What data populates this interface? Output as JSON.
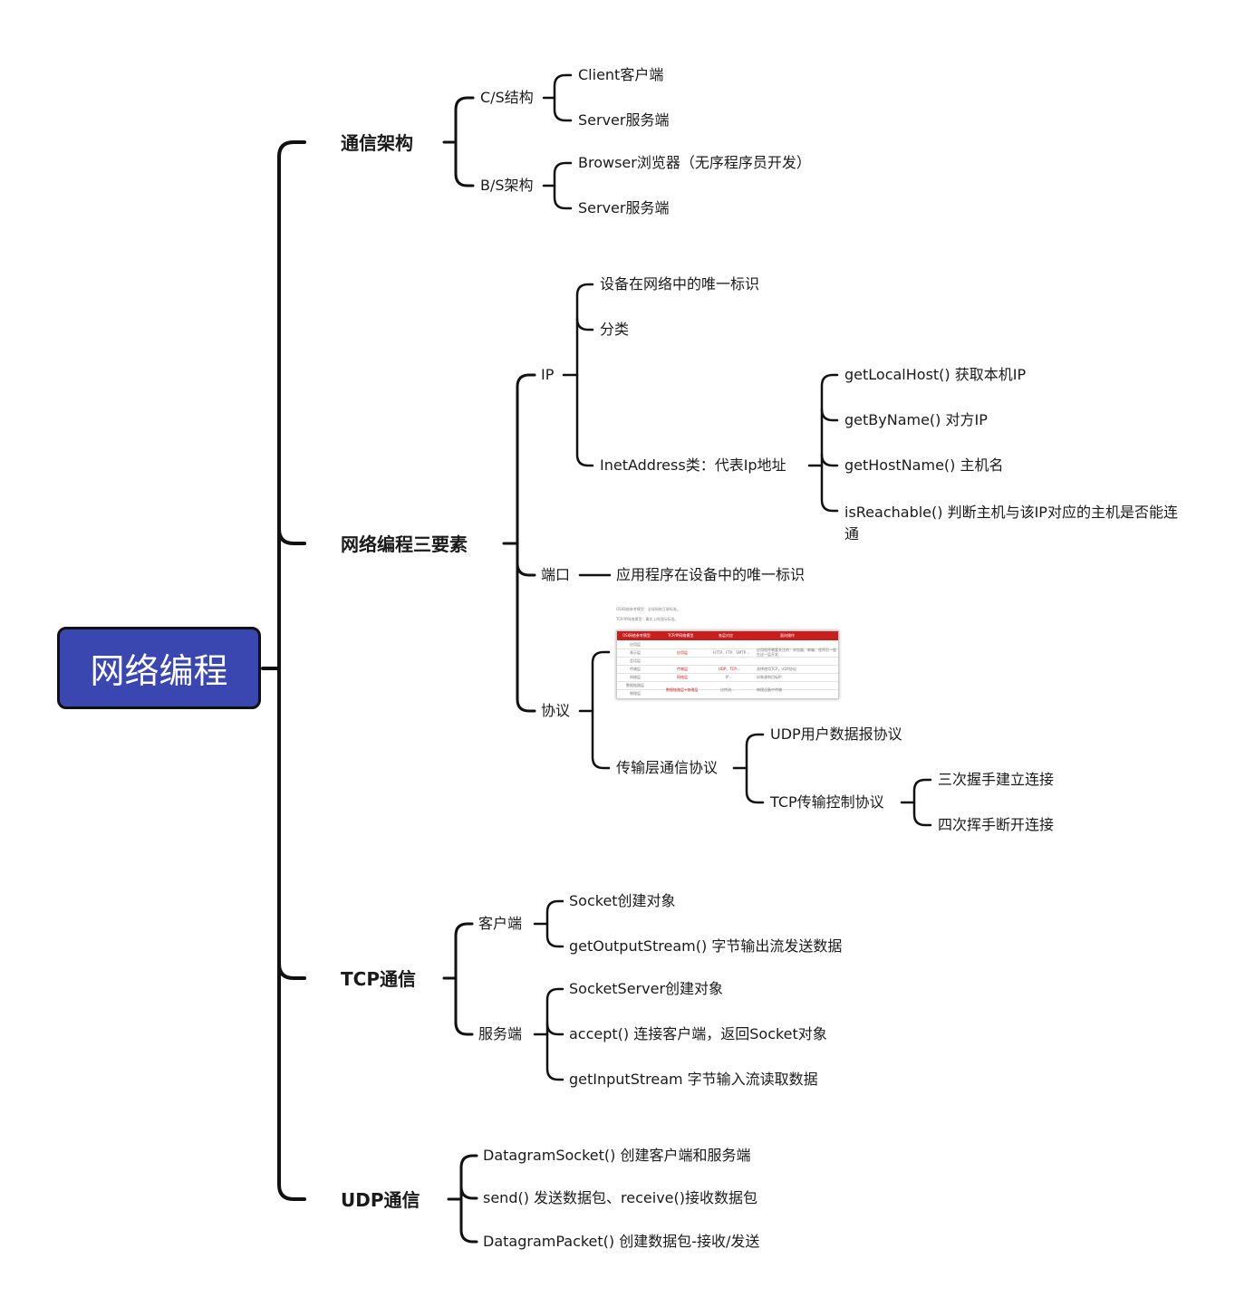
{
  "root": "网络编程",
  "architecture": {
    "title": "通信架构",
    "cs": {
      "label": "C/S结构",
      "children": [
        "Client客户端",
        "Server服务端"
      ]
    },
    "bs": {
      "label": "B/S架构",
      "children": [
        "Browser浏览器（无序程序员开发）",
        "Server服务端"
      ]
    }
  },
  "elements": {
    "title": "网络编程三要素",
    "ip": {
      "label": "IP",
      "children": [
        "设备在网络中的唯一标识",
        "分类",
        "InetAddress类：代表Ip地址"
      ],
      "inet_methods": [
        "getLocalHost() 获取本机IP",
        "getByName() 对方IP",
        "getHostName() 主机名",
        "isReachable() 判断主机与该IP对应的主机是否能连通"
      ]
    },
    "port": {
      "label": "端口",
      "child": "应用程序在设备中的唯一标识"
    },
    "protocol": {
      "label": "协议",
      "thumbnail": {
        "captions": [
          "OSI网络参考模型：全球网络互联标准。",
          "TCP/IP网络模型：事实上的国际标准。"
        ],
        "headers": [
          "OSI网络参考模型",
          "TCP/IP网络模型",
          "各层对应",
          "面向操作"
        ],
        "osi_layers": [
          "应用层",
          "表示层",
          "会话层",
          "传输层",
          "网络层",
          "数据链路层",
          "物理层"
        ],
        "tcpip_layers": [
          "应用层",
          "传输层",
          "网络层",
          "数据链路层+物理层"
        ],
        "mapping": [
          "HTTP、FTP、SMTP…",
          "UDP、TCP…",
          "IP…",
          "比特流…"
        ],
        "ops": [
          "应用程序需要关注的：浏览器、邮箱、程序员一般在这一层开发",
          "选择使用TCP，UDP协议",
          "封装源和目标IP",
          "物理设备中传输"
        ]
      },
      "transport": {
        "label": "传输层通信协议",
        "udp": "UDP用户数据报协议",
        "tcp": {
          "label": "TCP传输控制协议",
          "children": [
            "三次握手建立连接",
            "四次挥手断开连接"
          ]
        }
      }
    }
  },
  "tcp": {
    "title": "TCP通信",
    "client": {
      "label": "客户端",
      "children": [
        "Socket创建对象",
        "getOutputStream() 字节输出流发送数据"
      ]
    },
    "server": {
      "label": "服务端",
      "children": [
        "SocketServer创建对象",
        "accept() 连接客户端，返回Socket对象",
        "getInputStream 字节输入流读取数据"
      ]
    }
  },
  "udp": {
    "title": "UDP通信",
    "children": [
      "DatagramSocket() 创建客户端和服务端",
      "send() 发送数据包、receive()接收数据包",
      "DatagramPacket() 创建数据包-接收/发送"
    ]
  }
}
